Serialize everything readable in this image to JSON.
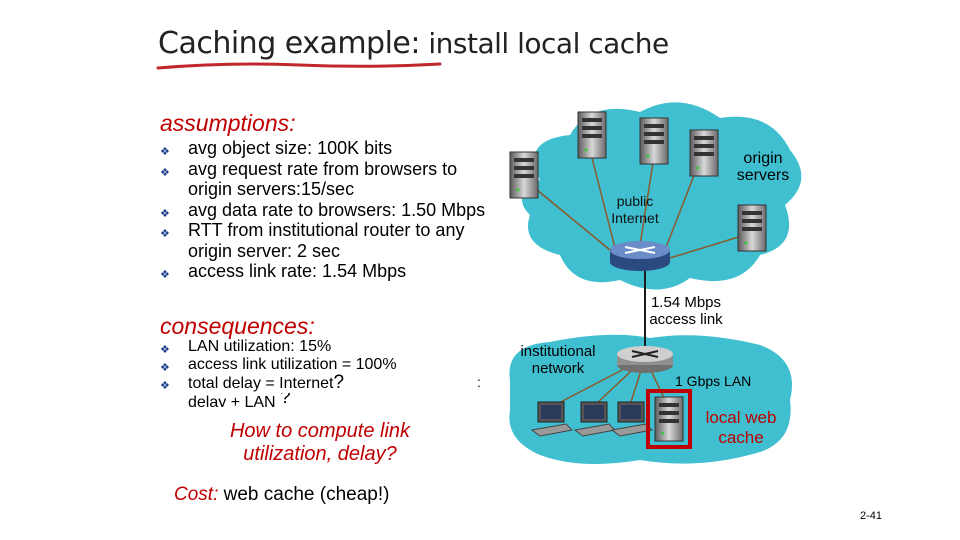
{
  "title": {
    "main": "Caching example:",
    "sub": " install local cache"
  },
  "assumptions": {
    "heading": "assumptions:",
    "items": [
      "avg object size: 100K bits",
      "avg request rate from browsers to origin servers:15/sec",
      "avg data rate to browsers: 1.50 Mbps",
      "RTT from institutional router to any origin server: 2 sec",
      "access link rate: 1.54 Mbps"
    ]
  },
  "consequences": {
    "heading": "consequences:",
    "item1": "LAN utilization: 15%",
    "item2": "access link utilization = 100%",
    "item3a": "total delay   = Internet",
    "item3b": "delay + LAN",
    "q1": "?",
    "q2": "?",
    "stray": ":"
  },
  "question": {
    "line1": "How to compute link",
    "line2": "utilization, delay?"
  },
  "cost": {
    "label": "Cost:",
    "text": " web cache (cheap!)"
  },
  "diagram": {
    "origin_servers": "origin servers",
    "public_internet": "public Internet",
    "access_link": "1.54 Mbps access link",
    "institutional_network": "institutional network",
    "lan": "1 Gbps LAN",
    "local_cache": "local web cache"
  },
  "slide_number": "2-41",
  "colors": {
    "red": "#c00000",
    "cloud": "#3fbfcf",
    "network": "#3fbfcf",
    "bullet": "#1f3f8f"
  }
}
